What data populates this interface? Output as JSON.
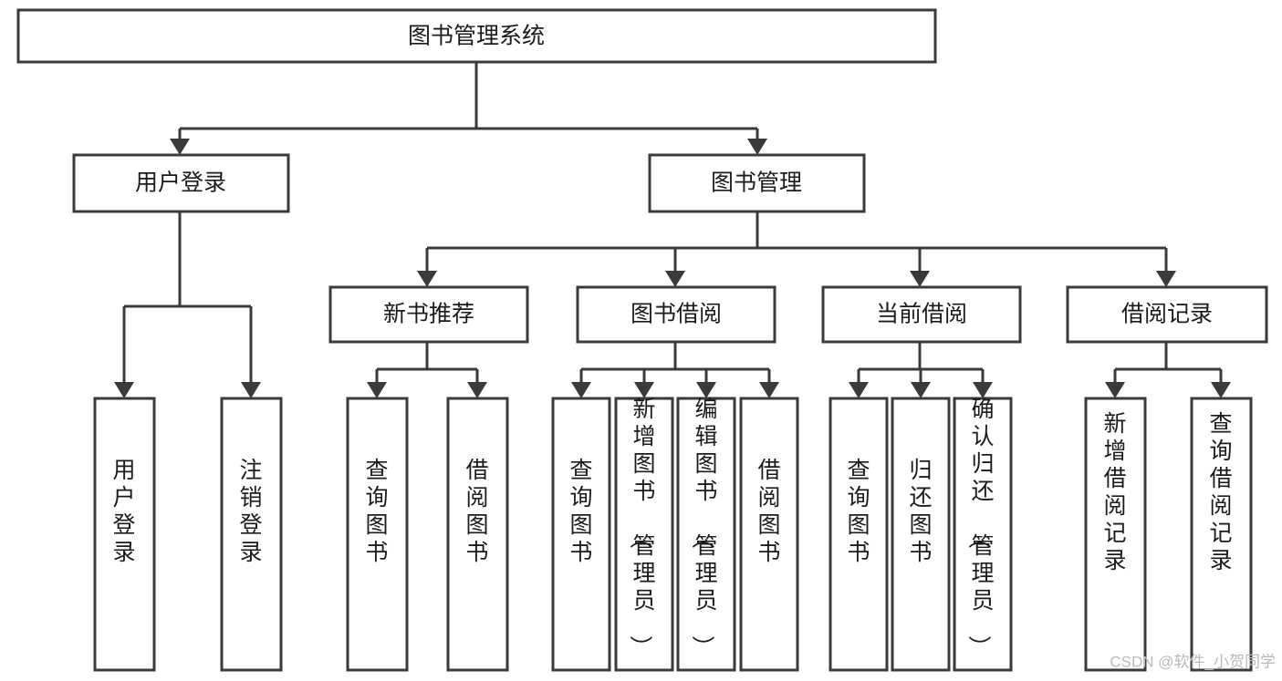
{
  "diagram": {
    "title": "图书管理系统",
    "type": "tree-hierarchy-chart",
    "root": {
      "id": "root",
      "label": "图书管理系统",
      "orientation": "horizontal"
    },
    "level2": [
      {
        "id": "user-login",
        "label": "用户登录",
        "orientation": "horizontal"
      },
      {
        "id": "book-manage",
        "label": "图书管理",
        "orientation": "horizontal"
      }
    ],
    "level3": [
      {
        "id": "new-book-recommend",
        "label": "新书推荐",
        "orientation": "horizontal"
      },
      {
        "id": "book-borrow",
        "label": "图书借阅",
        "orientation": "horizontal"
      },
      {
        "id": "current-borrow",
        "label": "当前借阅",
        "orientation": "horizontal"
      },
      {
        "id": "borrow-record",
        "label": "借阅记录",
        "orientation": "horizontal"
      }
    ],
    "leaves": {
      "user-login": [
        {
          "id": "leaf-user-login",
          "label": "用户登录",
          "orientation": "vertical"
        },
        {
          "id": "leaf-user-logout",
          "label": "注销登录",
          "orientation": "vertical"
        }
      ],
      "new-book-recommend": [
        {
          "id": "leaf-query-book-1",
          "label": "查询图书",
          "orientation": "vertical"
        },
        {
          "id": "leaf-borrow-book-1",
          "label": "借阅图书",
          "orientation": "vertical"
        }
      ],
      "book-borrow": [
        {
          "id": "leaf-query-book-2",
          "label": "查询图书",
          "orientation": "vertical"
        },
        {
          "id": "leaf-add-book",
          "label": "新增图书（管理员）",
          "orientation": "vertical"
        },
        {
          "id": "leaf-edit-book",
          "label": "编辑图书（管理员）",
          "orientation": "vertical"
        },
        {
          "id": "leaf-borrow-book-2",
          "label": "借阅图书",
          "orientation": "vertical"
        }
      ],
      "current-borrow": [
        {
          "id": "leaf-query-book-3",
          "label": "查询图书",
          "orientation": "vertical"
        },
        {
          "id": "leaf-return-book",
          "label": "归还图书",
          "orientation": "vertical"
        },
        {
          "id": "leaf-confirm-return",
          "label": "确认归还（管理员）",
          "orientation": "vertical"
        }
      ],
      "borrow-record": [
        {
          "id": "leaf-add-record",
          "label": "新增借阅记录",
          "orientation": "vertical"
        },
        {
          "id": "leaf-query-record",
          "label": "查询借阅记录",
          "orientation": "vertical"
        }
      ]
    },
    "colors": {
      "stroke": "#3a3a3a",
      "fill": "#ffffff",
      "text": "#1b1b1b",
      "watermark": "#b9b9b9"
    }
  },
  "watermark": {
    "text": "CSDN @软件_小贺同学"
  }
}
